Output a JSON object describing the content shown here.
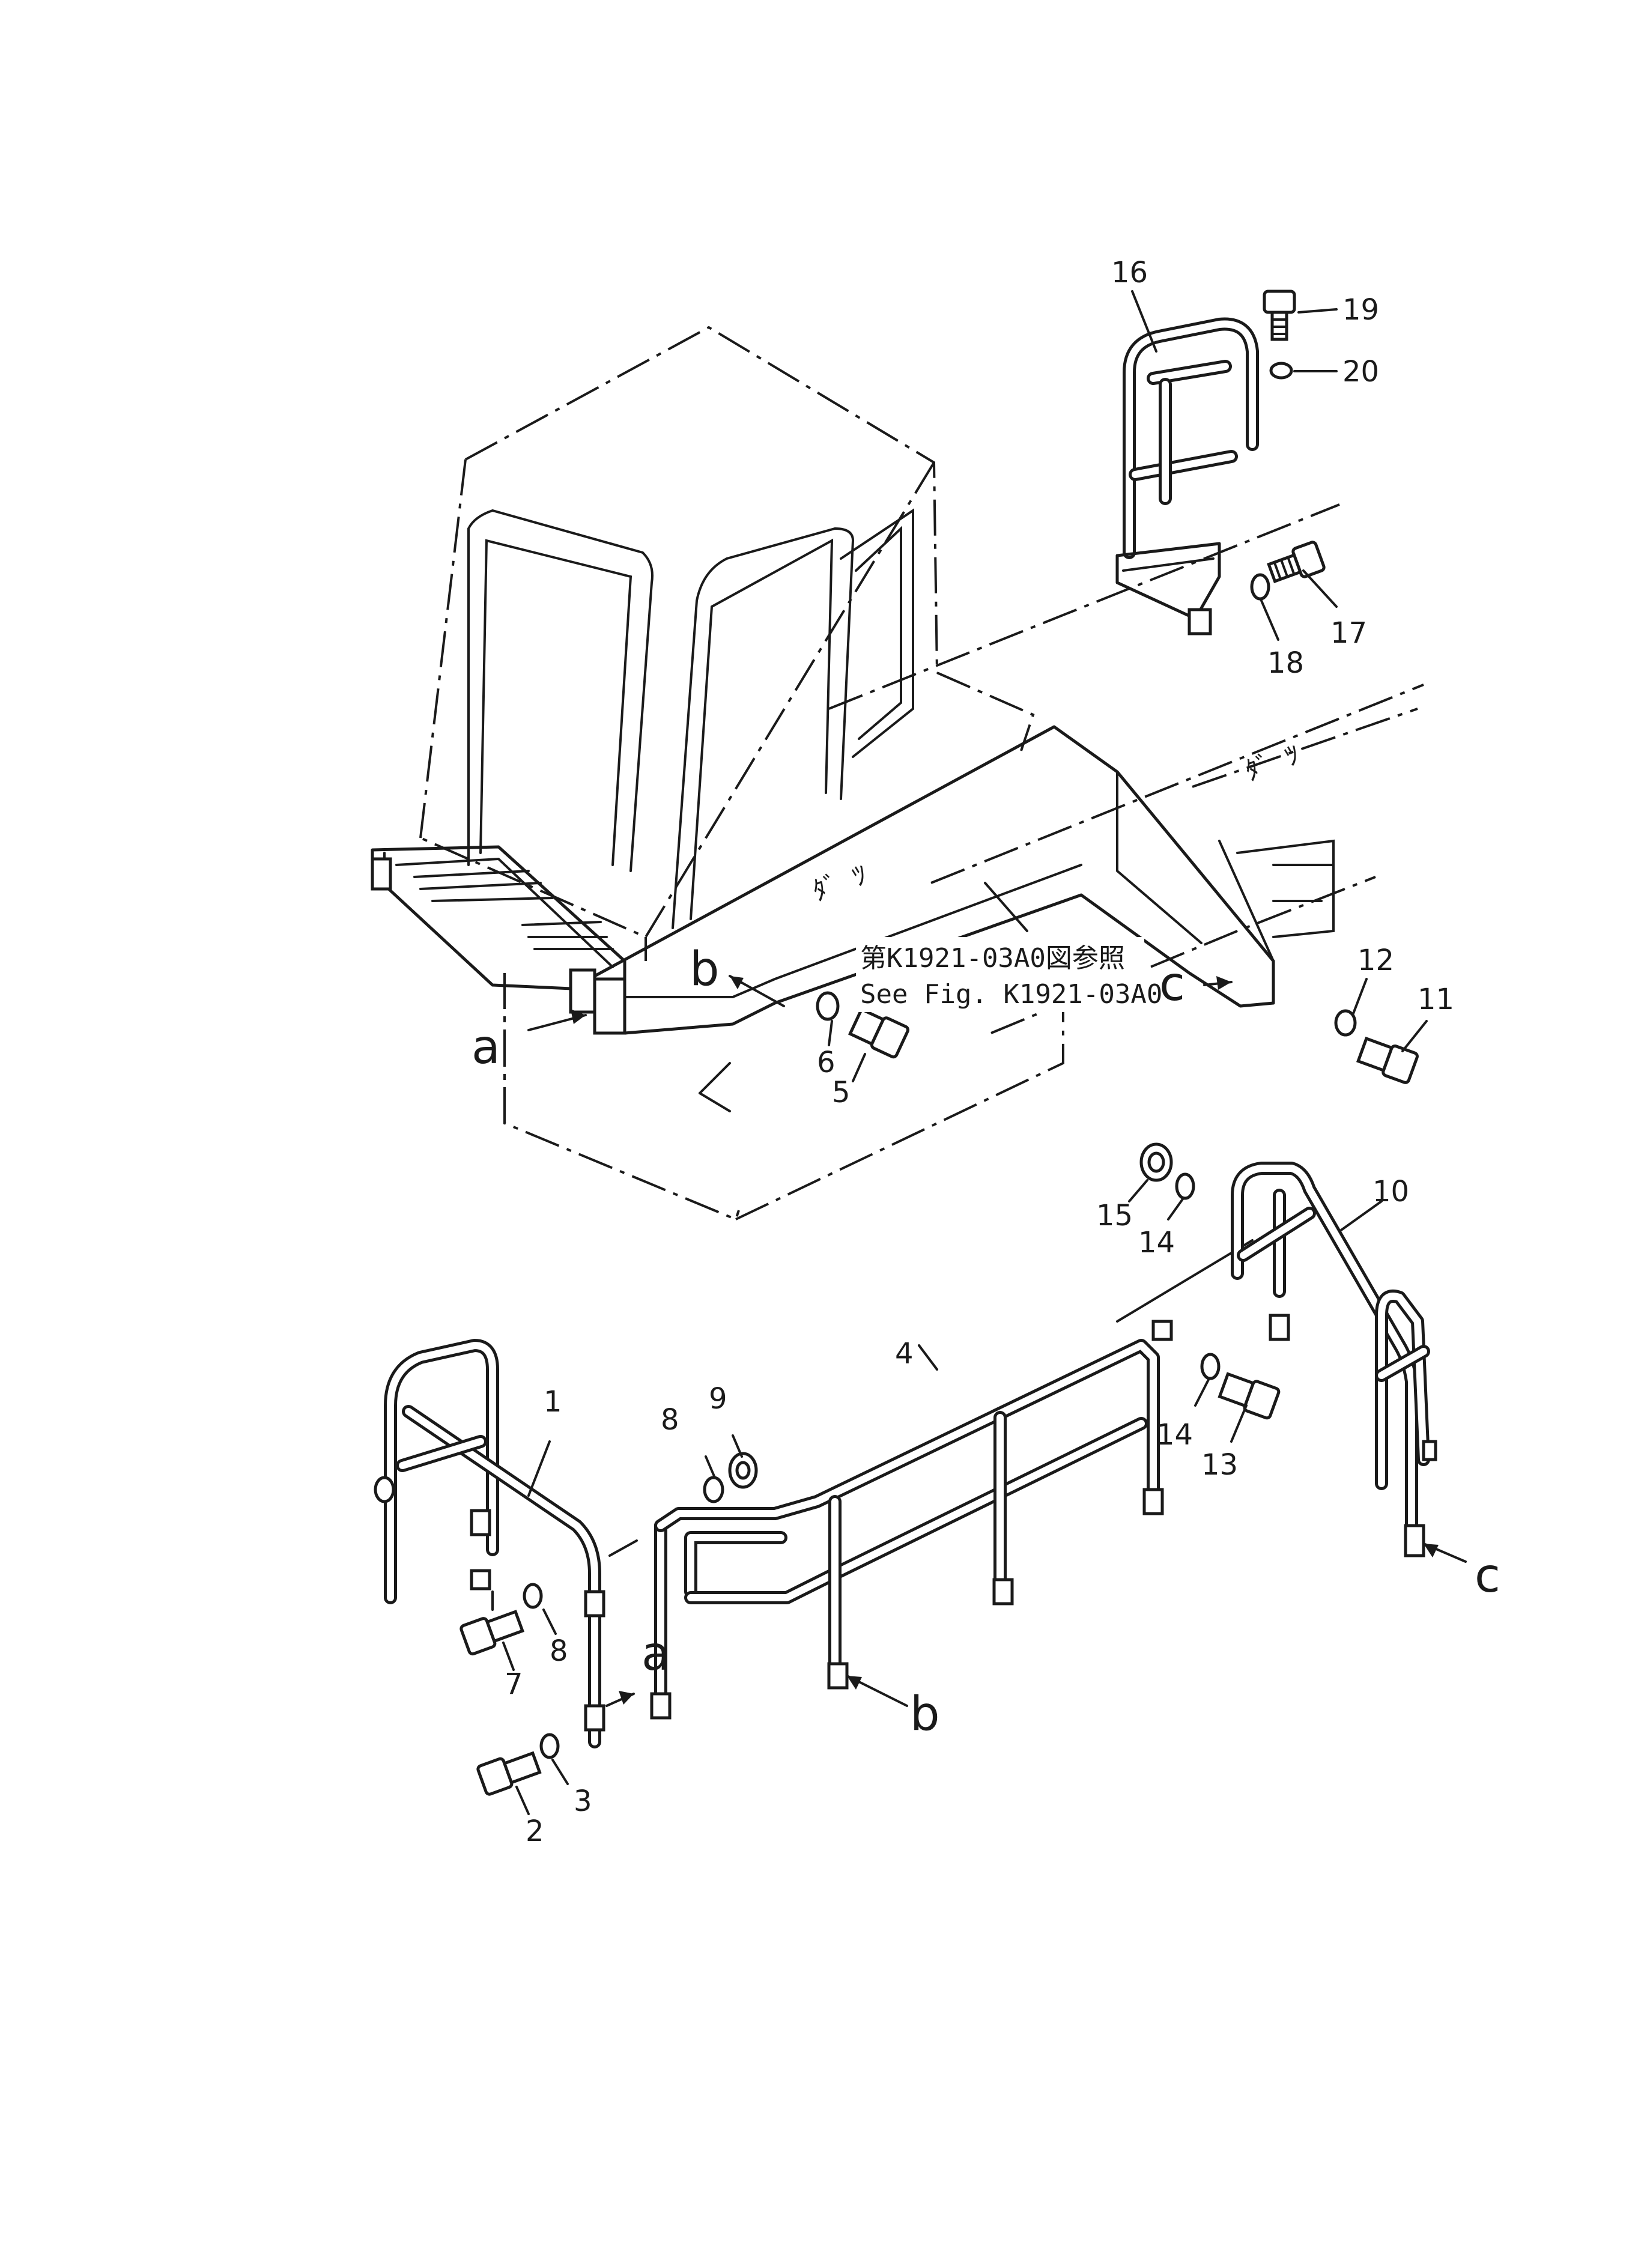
{
  "callouts": {
    "p1": "1",
    "p2": "2",
    "p3": "3",
    "p4": "4",
    "p5": "5",
    "p6": "6",
    "p7": "7",
    "p8a": "8",
    "p8b": "8",
    "p9": "9",
    "p10": "10",
    "p11": "11",
    "p12": "12",
    "p13": "13",
    "p14a": "14",
    "p14b": "14",
    "p15": "15",
    "p16": "16",
    "p17": "17",
    "p18": "18",
    "p19": "19",
    "p20": "20"
  },
  "connection_labels": {
    "a_top": "a",
    "b_top": "b",
    "c_top": "c",
    "a_bottom": "a",
    "b_bottom": "b",
    "c_bottom": "c"
  },
  "reference": {
    "line_jp": "第K1921-03A0図参照",
    "line_en": "See  Fig. K1921-03A0"
  }
}
